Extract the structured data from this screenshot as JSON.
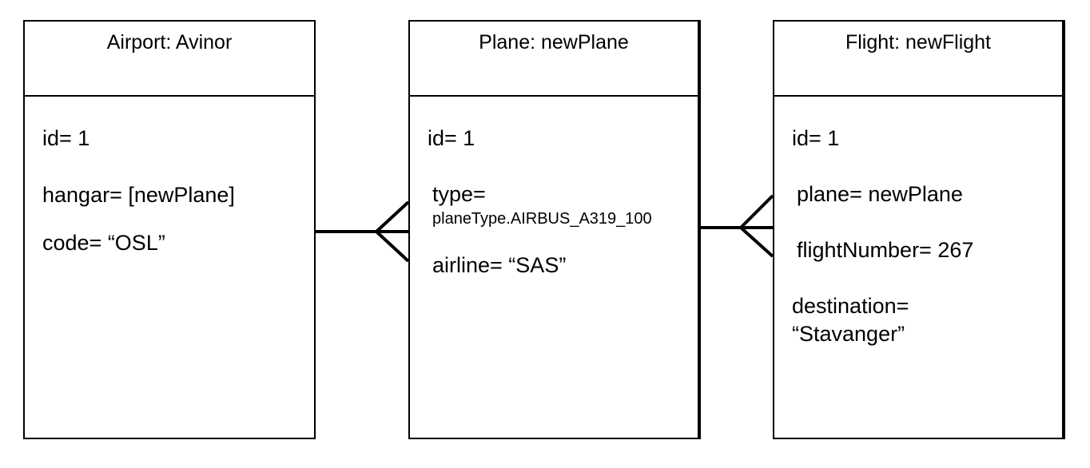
{
  "objects": {
    "airport": {
      "title": "Airport: Avinor",
      "id": "id= 1",
      "hangar": "hangar= [newPlane]",
      "code": "code= “OSL”"
    },
    "plane": {
      "title": "Plane: newPlane",
      "id": "id= 1",
      "type_label": "type=",
      "type_value": "planeType.AIRBUS_A319_100",
      "airline": "airline= “SAS”"
    },
    "flight": {
      "title": "Flight: newFlight",
      "id": "id= 1",
      "plane": "plane= newPlane",
      "flight_number": "flightNumber= 267",
      "destination_label": "destination=",
      "destination_value": "“Stavanger”"
    }
  },
  "relations": [
    {
      "from": "airport",
      "to": "plane",
      "notation": "one-to-many crow's foot"
    },
    {
      "from": "plane",
      "to": "flight",
      "notation": "one-to-many crow's foot"
    }
  ],
  "colors": {
    "line": "#000000",
    "background": "#ffffff"
  }
}
